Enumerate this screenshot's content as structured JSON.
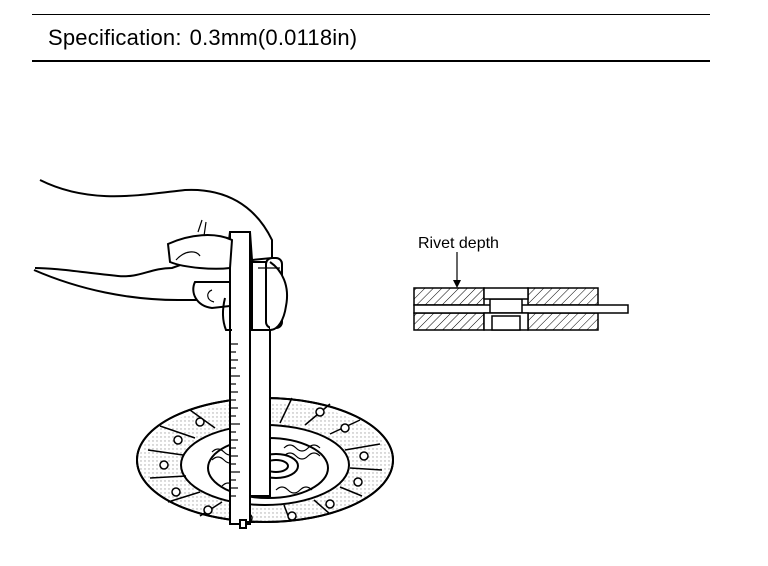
{
  "header": {
    "spec_label": "Specification:",
    "spec_value": "0.3mm(0.0118in)"
  },
  "detail": {
    "label": "Rivet depth"
  },
  "icons": {
    "caliper": "vernier-caliper-icon",
    "clutch_disc": "clutch-disc-icon",
    "hand": "hand-icon"
  }
}
